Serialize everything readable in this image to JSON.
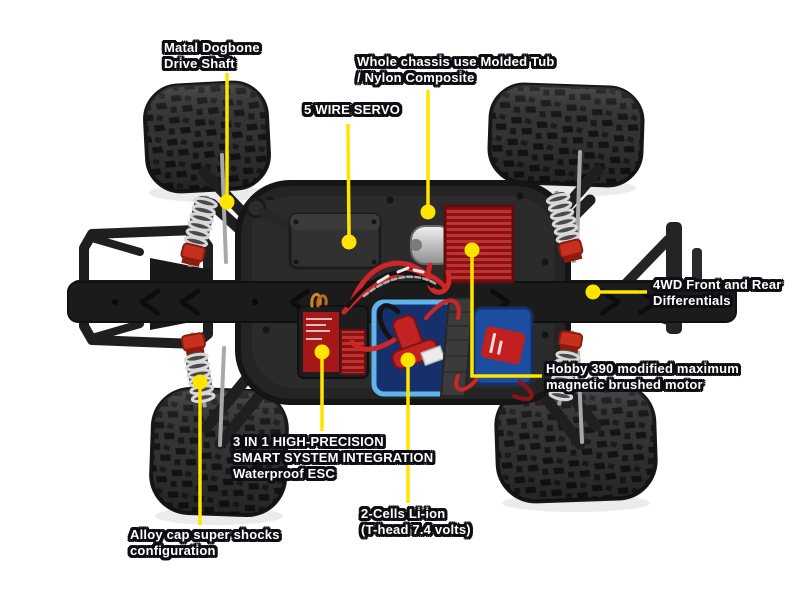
{
  "figure": {
    "background": "#ffffff",
    "subject": "RC monster truck chassis top view - annotated parts diagram"
  },
  "colors": {
    "callout_line": "#ffe400",
    "callout_dot": "#ffe400",
    "label_text": "#ffffff",
    "label_outline": "#0d0d14",
    "motor_red": "#b02121",
    "battery_frame_blue": "#5fb4ea",
    "battery_pack_blue": "#1d4da0",
    "shock_cap_red": "#c5301f",
    "spring_silver": "#d8d8d8",
    "chassis_black": "#242424",
    "esc_label_red": "#a61717",
    "plug_red": "#c32222"
  },
  "labels": {
    "drive_shaft": {
      "text": "Matal Dogbone\nDrive Shaft"
    },
    "chassis": {
      "text": "Whole chassis use Molded Tub\n/ Nylon Composite"
    },
    "servo": {
      "text": "5 WIRE SERVO"
    },
    "differentials": {
      "text": "4WD Front and Rear\nDifferentials"
    },
    "motor": {
      "text": "Hobby 390 modified maximum\nmagnetic brushed motor"
    },
    "esc": {
      "text": "3 IN 1 HIGH-PRECISION\nSMART SYSTEM INTEGRATION\nWaterproof ESC"
    },
    "battery": {
      "text": "2-Cells  Li-ion\n(T-head 7.4 volts)"
    },
    "shocks": {
      "text": "Alloy cap super shocks\nconfiguration"
    }
  }
}
